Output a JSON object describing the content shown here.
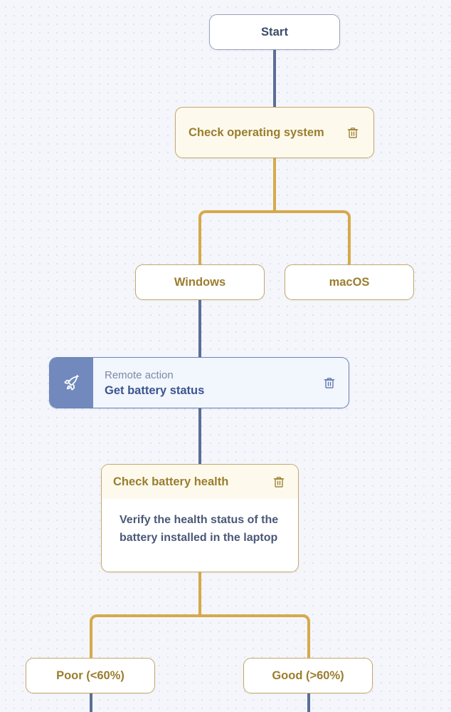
{
  "canvas": {
    "background_color": "#f4f6fb",
    "dot_color": "#dcdfeb"
  },
  "colors": {
    "gold_border": "#c4a86a",
    "gold_text": "#9b7d2e",
    "gold_connector": "#d6a94a",
    "blue_connector": "#5b6e96",
    "action_panel": "#7189bd",
    "action_body": "#f2f6fd",
    "action_border": "#6c84b8",
    "action_title_text": "#3c558f",
    "action_kicker_text": "#7d8aa6",
    "start_border": "#9aa3bd",
    "start_text": "#3c4a66",
    "card_body_text": "#4a5878",
    "cream_fill": "#fdfaed"
  },
  "nodes": {
    "start": {
      "label": "Start",
      "type": "start"
    },
    "check_os": {
      "label": "Check operating system",
      "type": "decision",
      "delete_icon": "trash-icon"
    },
    "windows": {
      "label": "Windows",
      "type": "option"
    },
    "macos": {
      "label": "macOS",
      "type": "option"
    },
    "remote_action": {
      "kicker": "Remote action",
      "title": "Get battery status",
      "type": "action",
      "icon": "rocket-icon",
      "delete_icon": "trash-icon"
    },
    "check_battery": {
      "label": "Check battery health",
      "description": "Verify the health status of the battery installed in the laptop",
      "type": "card",
      "delete_icon": "trash-icon"
    },
    "poor": {
      "label": "Poor (<60%)",
      "type": "option"
    },
    "good": {
      "label": "Good (>60%)",
      "type": "option"
    }
  }
}
